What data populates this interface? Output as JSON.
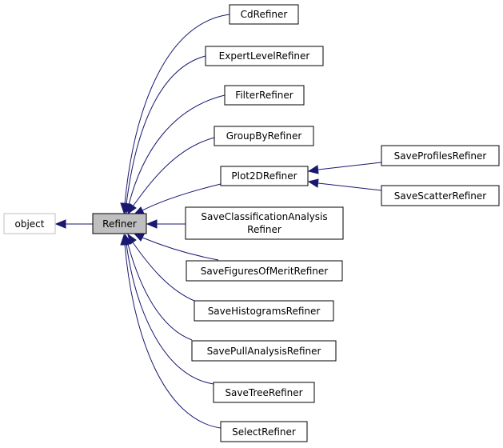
{
  "nodes": {
    "object": {
      "label": "object"
    },
    "refiner": {
      "label": "Refiner"
    },
    "cd_refiner": {
      "label": "CdRefiner"
    },
    "expert_level_refiner": {
      "label": "ExpertLevelRefiner"
    },
    "filter_refiner": {
      "label": "FilterRefiner"
    },
    "group_by_refiner": {
      "label": "GroupByRefiner"
    },
    "plot2d_refiner": {
      "label": "Plot2DRefiner"
    },
    "save_classification_analysis_refiner": {
      "label_line1": "SaveClassificationAnalysis",
      "label_line2": "Refiner"
    },
    "save_figures_of_merit_refiner": {
      "label": "SaveFiguresOfMeritRefiner"
    },
    "save_histograms_refiner": {
      "label": "SaveHistogramsRefiner"
    },
    "save_pull_analysis_refiner": {
      "label": "SavePullAnalysisRefiner"
    },
    "save_tree_refiner": {
      "label": "SaveTreeRefiner"
    },
    "select_refiner": {
      "label": "SelectRefiner"
    },
    "save_profiles_refiner": {
      "label": "SaveProfilesRefiner"
    },
    "save_scatter_refiner": {
      "label": "SaveScatterRefiner"
    }
  },
  "edges": [
    {
      "from": "refiner",
      "to": "object"
    },
    {
      "from": "cd_refiner",
      "to": "refiner"
    },
    {
      "from": "expert_level_refiner",
      "to": "refiner"
    },
    {
      "from": "filter_refiner",
      "to": "refiner"
    },
    {
      "from": "group_by_refiner",
      "to": "refiner"
    },
    {
      "from": "plot2d_refiner",
      "to": "refiner"
    },
    {
      "from": "save_classification_analysis_refiner",
      "to": "refiner"
    },
    {
      "from": "save_figures_of_merit_refiner",
      "to": "refiner"
    },
    {
      "from": "save_histograms_refiner",
      "to": "refiner"
    },
    {
      "from": "save_pull_analysis_refiner",
      "to": "refiner"
    },
    {
      "from": "save_tree_refiner",
      "to": "refiner"
    },
    {
      "from": "select_refiner",
      "to": "refiner"
    },
    {
      "from": "save_profiles_refiner",
      "to": "plot2d_refiner"
    },
    {
      "from": "save_scatter_refiner",
      "to": "plot2d_refiner"
    }
  ],
  "colors": {
    "edge": "#191970",
    "current_node_fill": "#bfbfbf",
    "external_node_border": "#bfbfbf"
  }
}
